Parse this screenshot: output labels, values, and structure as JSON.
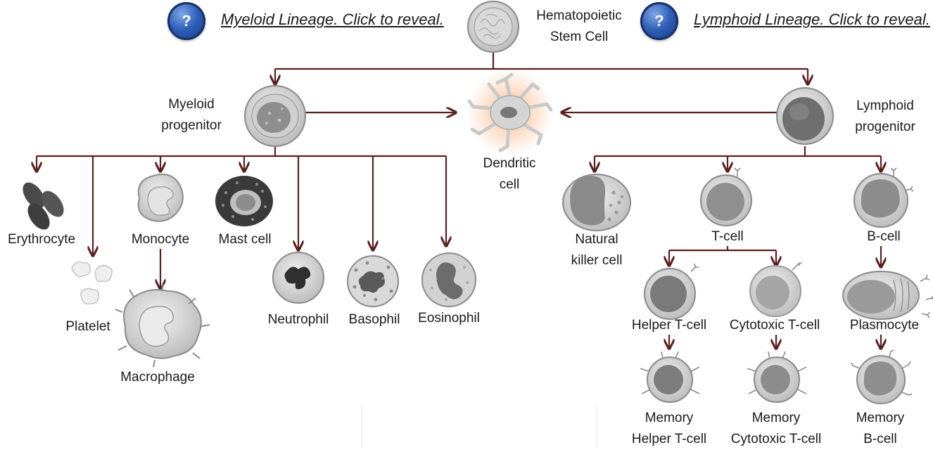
{
  "header": {
    "myeloid_reveal": "Myeloid Lineage. Click to reveal.",
    "lymphoid_reveal": "Lymphoid Lineage. Click to reveal.",
    "help_glyph": "?",
    "help_icon": "question-mark-circle-icon"
  },
  "stem": {
    "line1": "Hematopoietic",
    "line2": "Stem Cell"
  },
  "myeloid": {
    "progenitor": {
      "line1": "Myeloid",
      "line2": "progenitor"
    },
    "erythrocyte": "Erythrocyte",
    "platelet": "Platelet",
    "monocyte": "Monocyte",
    "macrophage": "Macrophage",
    "mast_cell": "Mast cell",
    "neutrophil": "Neutrophil",
    "basophil": "Basophil",
    "eosinophil": "Eosinophil"
  },
  "dendritic": {
    "line1": "Dendritic",
    "line2": "cell"
  },
  "lymphoid": {
    "progenitor": {
      "line1": "Lymphoid",
      "line2": "progenitor"
    },
    "nk_cell": {
      "line1": "Natural",
      "line2": "killer cell"
    },
    "t_cell": "T-cell",
    "b_cell": "B-cell",
    "helper_t": "Helper T-cell",
    "cytotoxic_t": "Cytotoxic T-cell",
    "plasmocyte": "Plasmocyte",
    "memory_helper": {
      "line1": "Memory",
      "line2": "Helper T-cell"
    },
    "memory_cytotoxic": {
      "line1": "Memory",
      "line2": "Cytotoxic T-cell"
    },
    "memory_b": {
      "line1": "Memory",
      "line2": "B-cell"
    }
  },
  "colors": {
    "arrow": "#5b1f1f",
    "help_button": "#2f5fb8",
    "dendritic_glow": "#f7b27a"
  }
}
